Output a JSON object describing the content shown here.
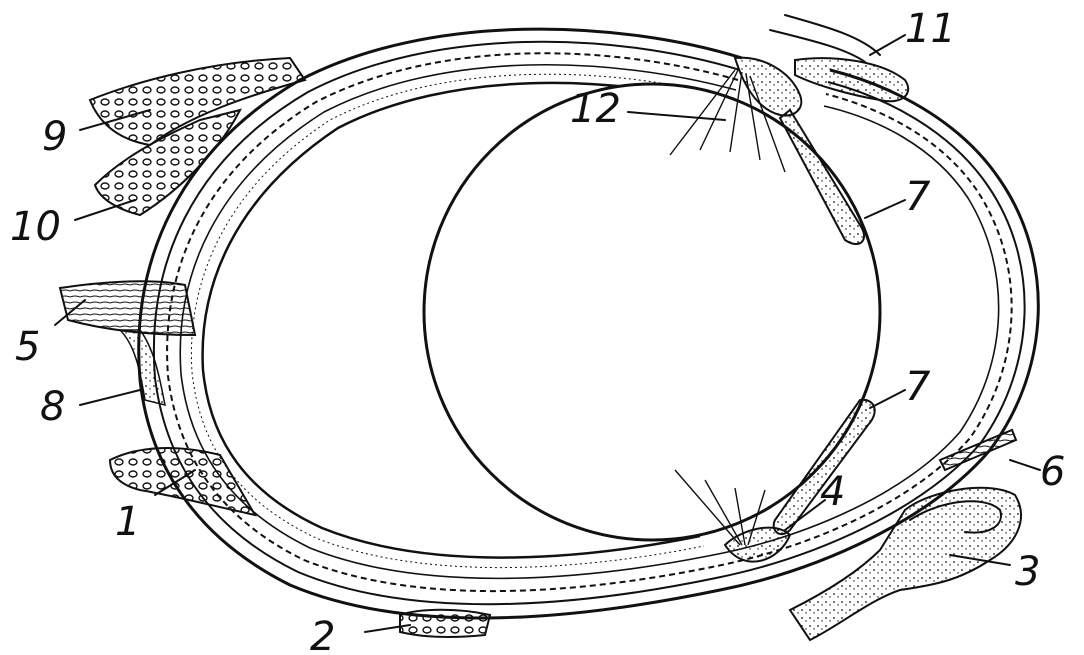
{
  "labels": {
    "l1": "1",
    "l2": "2",
    "l3": "3",
    "l4": "4",
    "l5": "5",
    "l6": "6",
    "l7a": "7",
    "l7b": "7",
    "l8": "8",
    "l9": "9",
    "l10": "10",
    "l11": "11",
    "l12": "12"
  },
  "colors": {
    "ink": "#111111",
    "background": "#ffffff"
  }
}
